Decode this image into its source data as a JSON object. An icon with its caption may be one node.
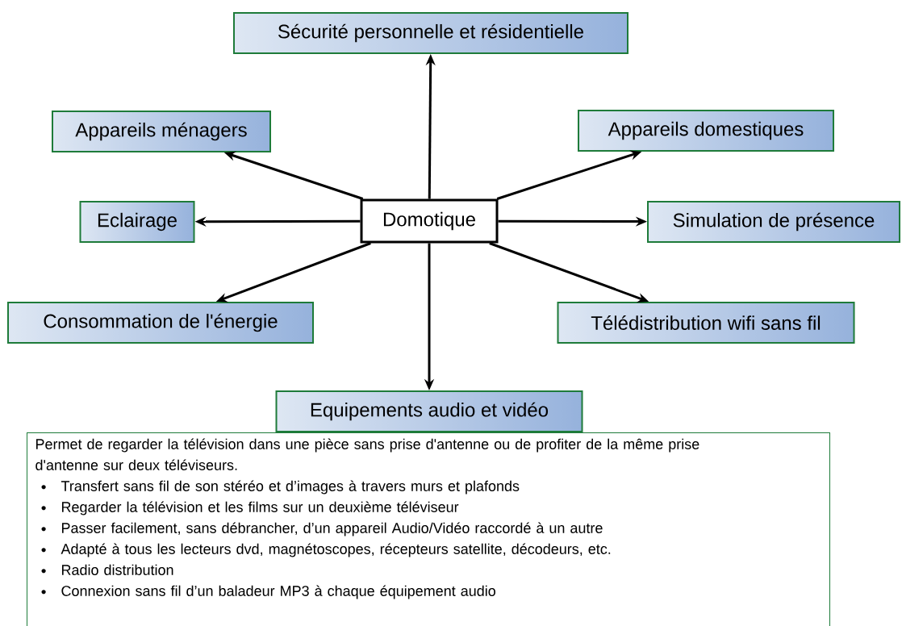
{
  "diagram": {
    "nodes": [
      {
        "text": [
          "Domotique"
        ]
      },
      {
        "text": [
          "Sécurité personnelle et résidentielle"
        ]
      },
      {
        "text": [
          "Appareils ménagers"
        ]
      },
      {
        "text": [
          "Appareils domestiques"
        ]
      },
      {
        "text": [
          "Eclairage"
        ]
      },
      {
        "text": [
          "Simulation de présence"
        ]
      },
      {
        "text": [
          "Consommation de l'énergie"
        ]
      },
      {
        "text": [
          "Télédistribution wifi sans fil"
        ]
      },
      {
        "text": [
          "Equipements audio et vidéo"
        ]
      },
      {
        "text": [
          "Permet de regarder la télévision dans une pièce sans prise d'antenne ou de profiter de la même prise d'antenne sur deux téléviseurs.",
          "Transfert sans fil de son stéréo et d’images à travers murs et plafonds",
          "Regarder la télévision et les films sur un deuxième téléviseur",
          "Passer facilement, sans débrancher, d’un appareil Audio/Vidéo raccordé à un autre",
          "Adapté à tous les lecteurs dvd, magnétoscopes, récepteurs satellite, décodeurs, etc.",
          "Radio distribution",
          "Connexion sans fil d’un baladeur MP3 à chaque équipement audio"
        ]
      }
    ],
    "edges": [
      {
        "from": 0,
        "to": 1,
        "arrow": "to"
      },
      {
        "from": 0,
        "to": 2,
        "arrow": "to"
      },
      {
        "from": 0,
        "to": 3,
        "arrow": "to"
      },
      {
        "from": 0,
        "to": 4,
        "arrow": "to"
      },
      {
        "from": 0,
        "to": 5,
        "arrow": "to"
      },
      {
        "from": 0,
        "to": 6,
        "arrow": "to"
      },
      {
        "from": 0,
        "to": 7,
        "arrow": "to"
      },
      {
        "from": 0,
        "to": 8,
        "arrow": "to"
      }
    ]
  }
}
